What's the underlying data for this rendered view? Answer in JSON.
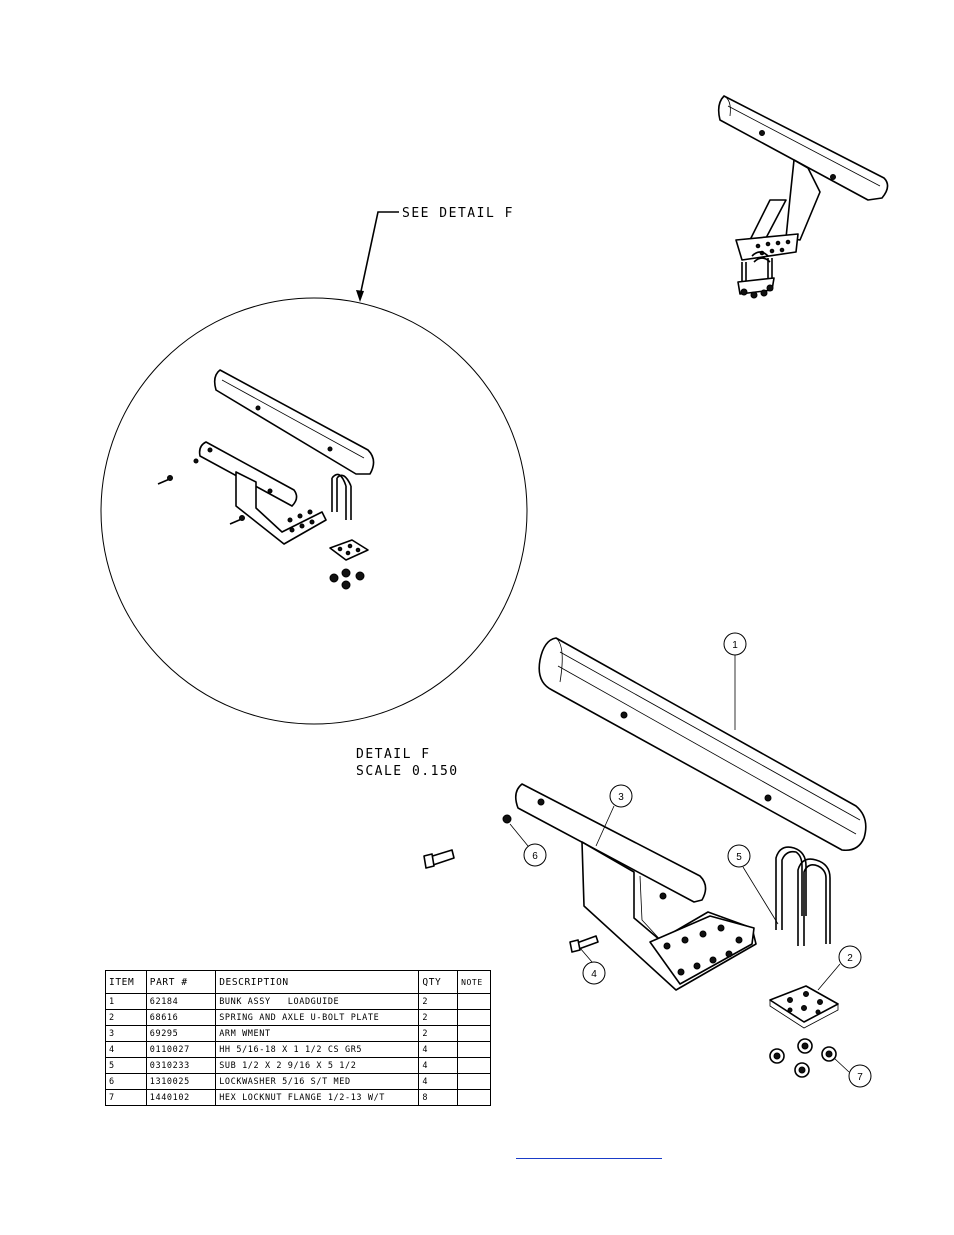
{
  "labels": {
    "see_detail": "SEE DETAIL F",
    "detail_title": "DETAIL F",
    "detail_scale": "SCALE 0.150"
  },
  "balloons": [
    "1",
    "2",
    "3",
    "4",
    "5",
    "6",
    "7"
  ],
  "bom": {
    "headers": [
      "ITEM",
      "PART #",
      "DESCRIPTION",
      "QTY",
      "NOTE"
    ],
    "rows": [
      {
        "item": "1",
        "part": "62184",
        "description": "BUNK ASSY   LOADGUIDE",
        "qty": "2",
        "note": ""
      },
      {
        "item": "2",
        "part": "68616",
        "description": "SPRING AND AXLE U-BOLT PLATE",
        "qty": "2",
        "note": ""
      },
      {
        "item": "3",
        "part": "69295",
        "description": "ARM WMENT",
        "qty": "2",
        "note": ""
      },
      {
        "item": "4",
        "part": "0110027",
        "description": "HH 5/16-18 X 1 1/2 CS GR5",
        "qty": "4",
        "note": ""
      },
      {
        "item": "5",
        "part": "0310233",
        "description": "SUB 1/2 X 2 9/16 X 5 1/2",
        "qty": "4",
        "note": ""
      },
      {
        "item": "6",
        "part": "1310025",
        "description": "LOCKWASHER 5/16 S/T MED",
        "qty": "4",
        "note": ""
      },
      {
        "item": "7",
        "part": "1440102",
        "description": "HEX LOCKNUT FLANGE 1/2-13 W/T",
        "qty": "8",
        "note": ""
      }
    ]
  },
  "colors": {
    "line": "#000000",
    "link": "#1a3cc8"
  }
}
